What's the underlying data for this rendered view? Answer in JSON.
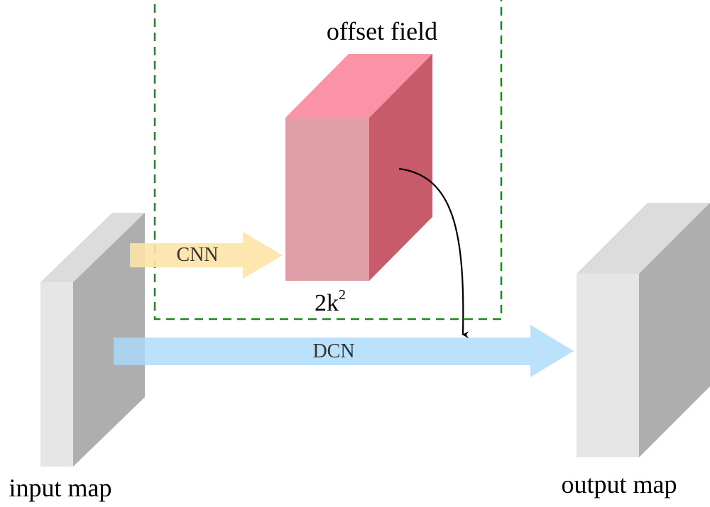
{
  "labels": {
    "offset_field": "offset field",
    "offset_size_base": "2k",
    "offset_size_exp": "2",
    "cnn": "CNN",
    "dcn": "DCN",
    "input_map": "input map",
    "output_map": "output map"
  },
  "colors": {
    "map_front": "#e6e6e6",
    "map_side": "#aeaeae",
    "map_top": "#dcdcdc",
    "offset_front": "#e09ea6",
    "offset_side": "#c85b6a",
    "offset_top": "#fb93a6",
    "cnn_arrow": "#fde3a7",
    "dcn_arrow": "#a9dbfd",
    "dashed_box": "#1a8a1a",
    "connector": "#000000"
  }
}
